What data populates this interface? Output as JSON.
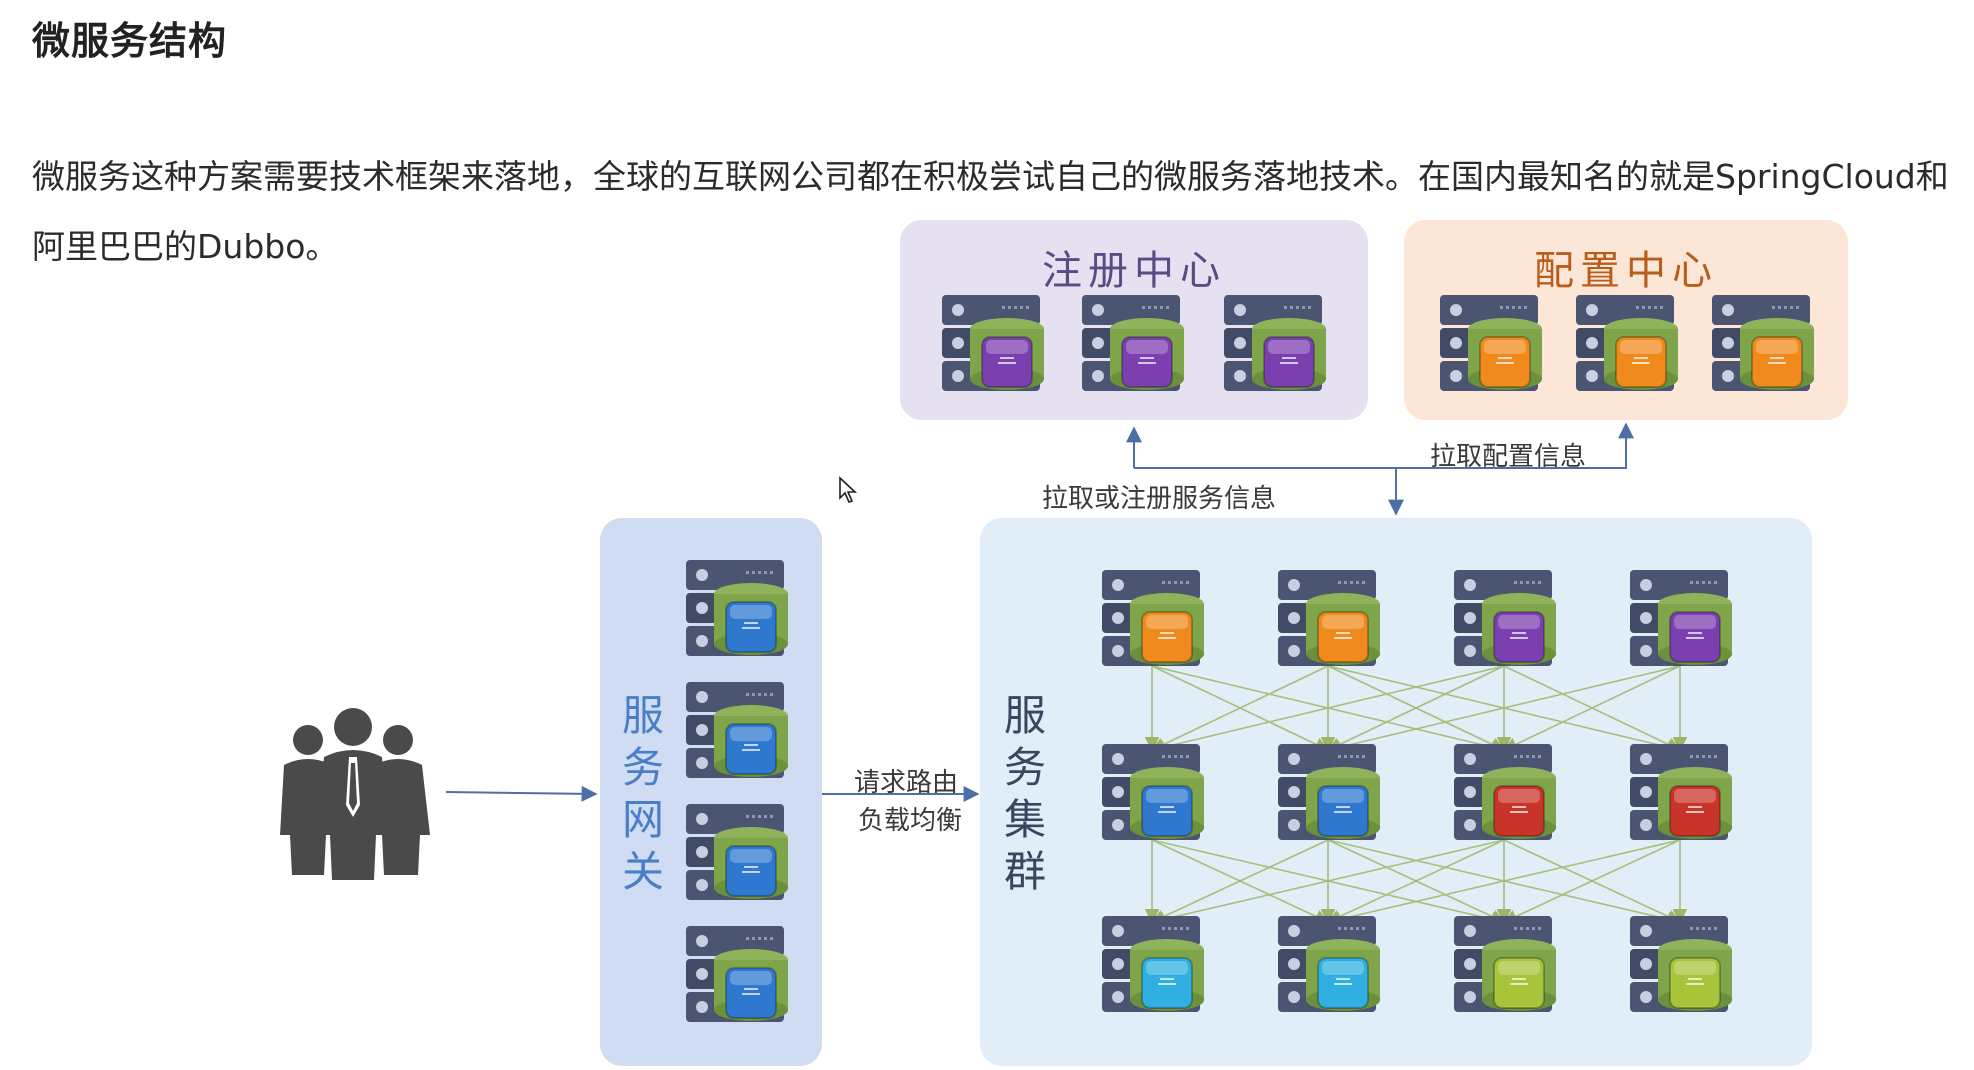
{
  "page": {
    "title": "微服务结构",
    "paragraph": "微服务这种方案需要技术框架来落地，全球的互联网公司都在积极尝试自己的微服务落地技术。在国内最知名的就是SpringCloud和阿里巴巴的Dubbo。"
  },
  "diagram": {
    "registry": {
      "label": "注册中心",
      "color": "#e6e1f0",
      "title_color": "#5a4b86",
      "server_colors": [
        "#7b3fb0",
        "#7b3fb0",
        "#7b3fb0"
      ]
    },
    "config": {
      "label": "配置中心",
      "color": "#fbe6d8",
      "title_color": "#b85d1c",
      "server_colors": [
        "#f08a1c",
        "#f08a1c",
        "#f08a1c"
      ]
    },
    "gateway": {
      "label": "服务网关",
      "color": "#cfdcf2",
      "label_color": "#4a7fc8",
      "server_colors": [
        "#2f78d0",
        "#2f78d0",
        "#2f78d0",
        "#2f78d0"
      ]
    },
    "cluster": {
      "label": "服务集群",
      "color": "#e1edf7",
      "label_color": "#3a4660",
      "rows": [
        [
          "#f08a1c",
          "#f08a1c",
          "#7b3fb0",
          "#7b3fb0"
        ],
        [
          "#2f78d0",
          "#2f78d0",
          "#c8332a",
          "#c8332a"
        ],
        [
          "#2fb0e0",
          "#2fb0e0",
          "#a8c43a",
          "#a8c43a"
        ]
      ]
    },
    "edges": {
      "pull_or_register": "拉取或注册服务信息",
      "pull_config": "拉取配置信息",
      "routing_line1": "请求路由",
      "routing_line2": "负载均衡"
    },
    "icons": [
      "users-icon",
      "server-icon",
      "cursor-icon"
    ]
  }
}
